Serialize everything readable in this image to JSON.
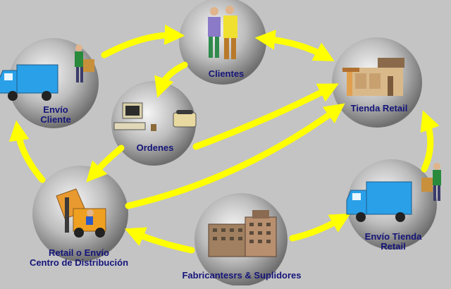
{
  "nodes": {
    "clientes": {
      "label": "Clientes",
      "icon": "customers-couple-icon"
    },
    "tienda_retail": {
      "label": "Tienda Retail",
      "icon": "retail-store-icon"
    },
    "ordenes": {
      "label": "Ordenes",
      "icon": "computer-phone-icon"
    },
    "envio_cliente": {
      "line1": "Envío",
      "line2": "Cliente",
      "icon": "delivery-truck-icon"
    },
    "centro_distribucion": {
      "line1": "Retail o Envío",
      "line2": "Centro de Distribución",
      "icon": "forklift-icon"
    },
    "envio_tienda_retail": {
      "line1": "Envío Tienda",
      "line2": "Retail",
      "icon": "delivery-truck-icon"
    },
    "fabricantes": {
      "label": "Fabricantesrs & Suplidores",
      "icon": "factory-building-icon"
    }
  },
  "colors": {
    "background": "#c4c4c4",
    "arrow": "#ffff00",
    "label": "#15157a",
    "truck": "#2aa0e8"
  }
}
